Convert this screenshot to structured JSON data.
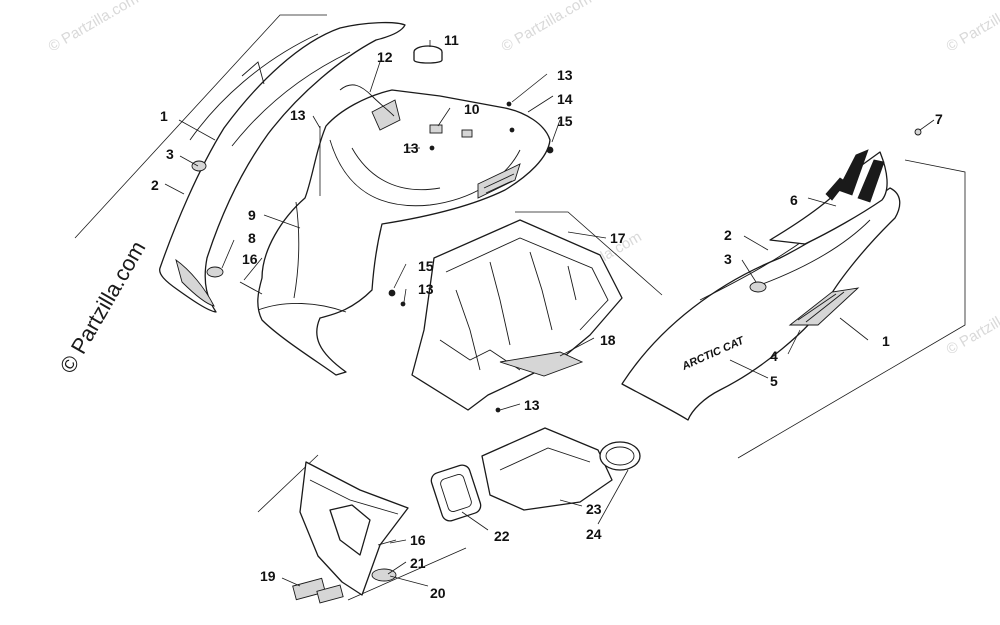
{
  "diagram": {
    "watermark_corner": "© Partzilla.com",
    "watermark_side": "© Partzilla.com",
    "brand_text": "ARCTIC CAT",
    "callouts": {
      "c1_left": "1",
      "c2_left": "2",
      "c3_left": "3",
      "c8": "8",
      "c9": "9",
      "c10": "10",
      "c11": "11",
      "c12": "12",
      "c13_a": "13",
      "c13_b": "13",
      "c13_c": "13",
      "c13_d": "13",
      "c13_e": "13",
      "c14": "14",
      "c15_a": "15",
      "c15_b": "15",
      "c16_a": "16",
      "c16_b": "16",
      "c17": "17",
      "c18": "18",
      "c19": "19",
      "c20": "20",
      "c21": "21",
      "c22": "22",
      "c23": "23",
      "c24": "24",
      "c1_right": "1",
      "c2_right": "2",
      "c3_right": "3",
      "c4": "4",
      "c5": "5",
      "c6": "6",
      "c7": "7"
    }
  }
}
